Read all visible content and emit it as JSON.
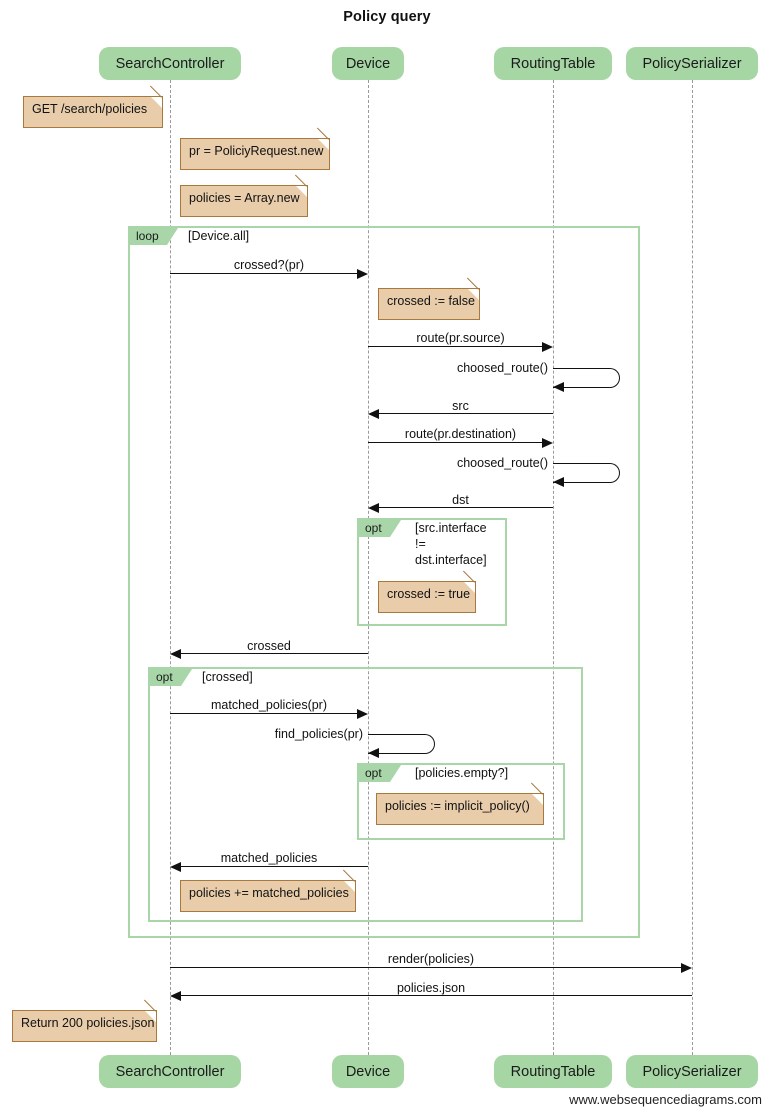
{
  "title": "Policy query",
  "watermark": "www.websequencediagrams.com",
  "colors": {
    "participant_fill": "#a6d6a4",
    "note_fill": "#e9cdab",
    "note_border": "#a8793d",
    "fragment_border": "#a8d6a8",
    "lifeline": "#9a9a9a",
    "arrow": "#111111"
  },
  "participants": [
    {
      "id": "search-controller",
      "label": "SearchController"
    },
    {
      "id": "device",
      "label": "Device"
    },
    {
      "id": "routing-table",
      "label": "RoutingTable"
    },
    {
      "id": "policy-serializer",
      "label": "PolicySerializer"
    }
  ],
  "notes": [
    {
      "id": "note-get-search-policies",
      "text": "GET /search/policies"
    },
    {
      "id": "note-pr-new",
      "text": "pr = PoliciyRequest.new"
    },
    {
      "id": "note-policies-array-new",
      "text": "policies = Array.new"
    },
    {
      "id": "note-crossed-false",
      "text": "crossed := false"
    },
    {
      "id": "note-crossed-true",
      "text": "crossed := true"
    },
    {
      "id": "note-implicit-policy",
      "text": "policies := implicit_policy()"
    },
    {
      "id": "note-policies-append",
      "text": "policies += matched_policies"
    },
    {
      "id": "note-return-200",
      "text": "Return 200 policies.json"
    }
  ],
  "fragments": [
    {
      "id": "fragment-loop-device-all",
      "kind": "loop",
      "condition": "[Device.all]"
    },
    {
      "id": "fragment-opt-interface",
      "kind": "opt",
      "condition_lines": [
        "[src.interface",
        "!=",
        "dst.interface]"
      ]
    },
    {
      "id": "fragment-opt-crossed",
      "kind": "opt",
      "condition": "[crossed]"
    },
    {
      "id": "fragment-opt-policies-empty",
      "kind": "opt",
      "condition": "[policies.empty?]"
    }
  ],
  "messages": [
    {
      "id": "msg-crossed-query",
      "label": "crossed?(pr)",
      "from": "search-controller",
      "to": "device",
      "direction": "right"
    },
    {
      "id": "msg-route-source",
      "label": "route(pr.source)",
      "from": "device",
      "to": "routing-table",
      "direction": "right"
    },
    {
      "id": "msg-choosed-route-1",
      "label": "choosed_route()",
      "from": "routing-table",
      "to": "routing-table",
      "direction": "self"
    },
    {
      "id": "msg-src",
      "label": "src",
      "from": "routing-table",
      "to": "device",
      "direction": "left"
    },
    {
      "id": "msg-route-destination",
      "label": "route(pr.destination)",
      "from": "device",
      "to": "routing-table",
      "direction": "right"
    },
    {
      "id": "msg-choosed-route-2",
      "label": "choosed_route()",
      "from": "routing-table",
      "to": "routing-table",
      "direction": "self"
    },
    {
      "id": "msg-dst",
      "label": "dst",
      "from": "routing-table",
      "to": "device",
      "direction": "left"
    },
    {
      "id": "msg-crossed-return",
      "label": "crossed",
      "from": "device",
      "to": "search-controller",
      "direction": "left"
    },
    {
      "id": "msg-matched-policies-call",
      "label": "matched_policies(pr)",
      "from": "search-controller",
      "to": "device",
      "direction": "right"
    },
    {
      "id": "msg-find-policies",
      "label": "find_policies(pr)",
      "from": "device",
      "to": "device",
      "direction": "self"
    },
    {
      "id": "msg-matched-policies-return",
      "label": "matched_policies",
      "from": "device",
      "to": "search-controller",
      "direction": "left"
    },
    {
      "id": "msg-render-policies",
      "label": "render(policies)",
      "from": "search-controller",
      "to": "policy-serializer",
      "direction": "right"
    },
    {
      "id": "msg-policies-json",
      "label": "policies.json",
      "from": "policy-serializer",
      "to": "search-controller",
      "direction": "left"
    }
  ]
}
